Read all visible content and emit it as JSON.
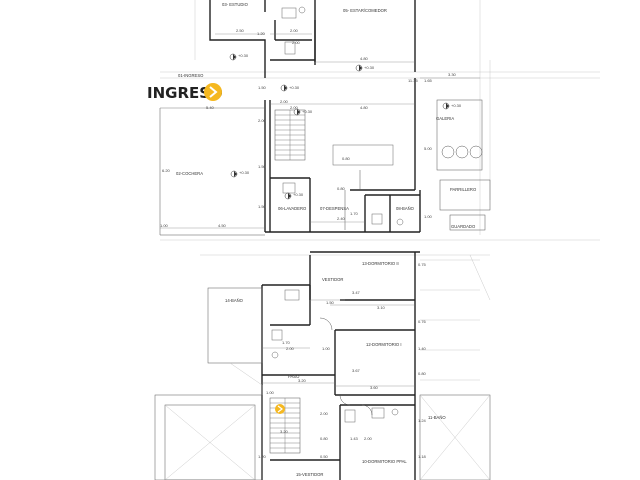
{
  "ingreso_label": "INGRESO",
  "accent_color": "#f5b820",
  "ground_floor": {
    "rooms": {
      "estudio": "03- ESTUDIO",
      "estar_comedor": "05- ESTAR/COMEDOR",
      "ingreso": "01-INGRESO",
      "cochera": "02-COCHERA",
      "lavadero": "06-LAVADERO",
      "despensa": "07-DESPENSA",
      "bano": "08-BAÑO",
      "galeria": "GALERIA",
      "parrillero": "PARRILLERO",
      "guardado": "GUARDADO"
    },
    "levels": [
      "+0.30",
      "+0.30",
      "+0.30",
      "+0.30",
      "+0.30",
      "+0.30",
      "+0.30"
    ],
    "dimensions": {
      "d250": "2.50",
      "d200a": "2.00",
      "d200b": "2.00",
      "d120": "1.20",
      "d480a": "4.80",
      "d480b": "4.80",
      "d330": "3.30",
      "d540": "5.40",
      "d150": "1.50",
      "d200c": "2.00",
      "d1135": "11.35",
      "d165": "1.65",
      "d500": "5.00",
      "d620": "6.20",
      "d100a": "1.00",
      "d450": "4.50",
      "d240": "2.40",
      "d170": "1.70",
      "d100b": "1.00",
      "d080a": "0.80",
      "d080b": "0.80",
      "d150b": "1.50",
      "d200d": "2.00",
      "d150c": "1.50",
      "d200e": "2.00"
    }
  },
  "upper_floor": {
    "rooms": {
      "vestidor": "VESTIDOR",
      "dormitorio2": "13-DORMITORIO II",
      "bano14": "14-BAÑO",
      "dormitorio1": "12-DORMITORIO I",
      "paso": "PASO",
      "bano11": "11-BAÑO",
      "vestidor15": "15-VESTIDOR",
      "dormitorio_ppal": "10-DORMITORIO PPAL"
    },
    "dimensions": {
      "d347": "3.47",
      "d150": "1.50",
      "d310": "3.10",
      "d200a": "2.00",
      "d100": "1.00",
      "d170": "1.70",
      "d367": "3.67",
      "d320": "3.20",
      "d360": "3.60",
      "d100b": "1.00",
      "d143": "1.43",
      "d200b": "2.00",
      "d320b": "3.20",
      "d200c": "2.00",
      "d080": "0.80",
      "d050": "0.50",
      "d120": "1.20",
      "d118": "1.18",
      "d124": "1.24",
      "d075": "0.75",
      "d140": "1.40",
      "d076": "0.76",
      "d080b": "0.80"
    }
  }
}
